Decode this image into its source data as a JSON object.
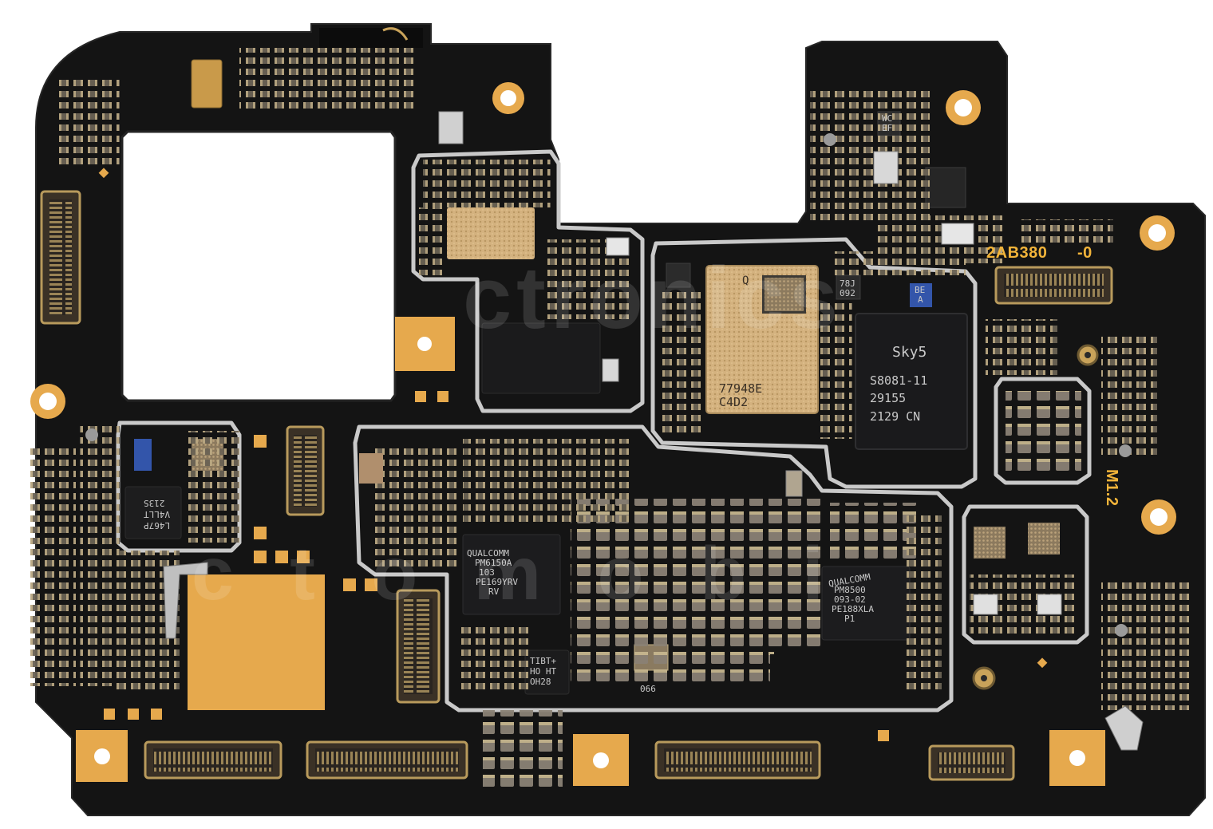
{
  "silkscreen": {
    "board_code": "2AB380",
    "revision": "-0",
    "model": "M1.2"
  },
  "chips": {
    "soc": {
      "line1": "77948E",
      "line2": "C4D2"
    },
    "modem": {
      "brand": "Sky5",
      "line1": "S8081-11",
      "line2": "29155",
      "line3": "2129 CN"
    },
    "pmic_left": {
      "line1": "QUALCOMM",
      "line2": "PM6150A",
      "line3": "103",
      "line4": "PE169YRV",
      "line5": "RV"
    },
    "pmic_right": {
      "line1": "QUALCOMM",
      "line2": "PM8500",
      "line3": "093-02",
      "line4": "PE188XLA",
      "line5": "P1"
    },
    "small_ic": {
      "line1": "TIBT+",
      "line2": "HO HT",
      "line3": "OH28"
    },
    "left_ic": {
      "line1": "L467P",
      "line2": "V4LLT",
      "line3": "213S"
    },
    "q_mark": "Q",
    "ic_789": {
      "line1": "78J",
      "line2": "092"
    },
    "ic_bea": {
      "line1": "BE",
      "line2": "A"
    },
    "ic_wc": {
      "line1": "WC",
      "line2": "EF"
    },
    "ic_066": "066"
  },
  "watermark": {
    "line1": "ctronics",
    "line2": "c t o m o b i"
  },
  "colors": {
    "pcb": "#141414",
    "copper": "#e6a94d",
    "shield": "#c7c7c7",
    "silkscreen": "#f2b43a",
    "component": "#3a3630",
    "gold_chip": "#c9a87a"
  }
}
